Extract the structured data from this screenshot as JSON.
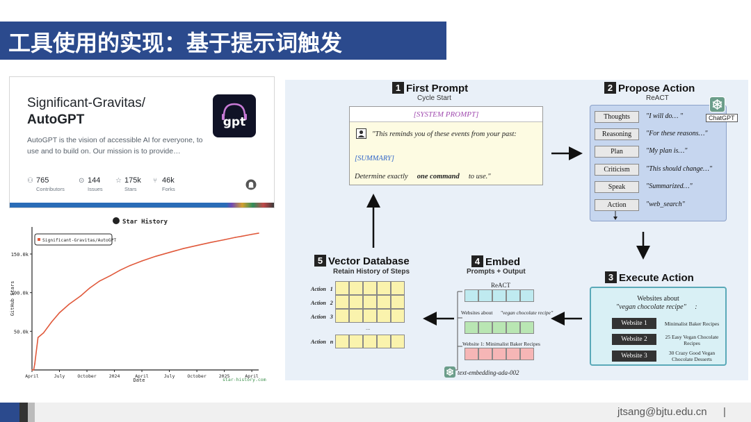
{
  "slide": {
    "title": "工具使用的实现：基于提示词触发",
    "footer_email": "jtsang@bjtu.edu.cn",
    "footer_sep": "|"
  },
  "github_card": {
    "owner": "Significant-Gravitas/",
    "repo": "AutoGPT",
    "description": "AutoGPT is the vision of accessible AI for everyone, to use and to build on. Our mission is to provide…",
    "logo_text": "gpt",
    "stats": [
      {
        "icon": "contributors-icon",
        "value": "765",
        "label": "Contributors"
      },
      {
        "icon": "issues-icon",
        "value": "144",
        "label": "Issues"
      },
      {
        "icon": "star-icon",
        "value": "175k",
        "label": "Stars"
      },
      {
        "icon": "fork-icon",
        "value": "46k",
        "label": "Forks"
      }
    ]
  },
  "chart_data": {
    "type": "line",
    "title": "Star History",
    "legend": "Significant-Gravitas/AutoGPT",
    "ylabel": "GitHub Stars",
    "xlabel": "Date",
    "watermark": "star-history.com",
    "y_ticks": [
      "50.0k",
      "100.0k",
      "150.0k"
    ],
    "x_ticks": [
      "April",
      "July",
      "October",
      "2024",
      "April",
      "July",
      "October",
      "2025",
      "April"
    ],
    "ylim": [
      0,
      185000
    ],
    "series": [
      {
        "name": "Significant-Gravitas/AutoGPT",
        "x": [
          0,
          0.06,
          0.1,
          0.22,
          0.42,
          0.71,
          1.0,
          1.35,
          1.78,
          2.1,
          2.46,
          2.85,
          3.2,
          3.56,
          4.0,
          4.5,
          5.0,
          5.5,
          6.0,
          6.5,
          7.0,
          7.4,
          7.63,
          8.0,
          8.25
        ],
        "y": [
          0,
          0,
          8000,
          42000,
          48000,
          62000,
          74000,
          85000,
          96000,
          106000,
          115000,
          122000,
          129000,
          135000,
          141000,
          147000,
          152000,
          157000,
          161000,
          165000,
          168500,
          171500,
          173000,
          175500,
          177000
        ]
      }
    ],
    "line_color": "#e0583a"
  },
  "diagram": {
    "s1": {
      "num": "1",
      "title": "First Prompt",
      "sub": "Cycle Start"
    },
    "s2": {
      "num": "2",
      "title": "Propose Action",
      "sub": "ReACT"
    },
    "s3": {
      "num": "3",
      "title": "Execute Action"
    },
    "s4": {
      "num": "4",
      "title": "Embed",
      "sub": "Prompts + Output"
    },
    "s5": {
      "num": "5",
      "title": "Vector Database",
      "sub": "Retain History of Steps"
    },
    "prompt": {
      "system": "[SYSTEM PROMPT]",
      "line1": "\"This reminds you of these events from your past:",
      "summary": "[SUMMARY]",
      "det_a": "Determine exactly",
      "det_b": "one command",
      "det_c": "to use.\""
    },
    "react": [
      {
        "key": "Thoughts",
        "value": "\"I will do… \""
      },
      {
        "key": "Reasoning",
        "value": "\"For these reasons…\""
      },
      {
        "key": "Plan",
        "value": "\"My plan is…\""
      },
      {
        "key": "Criticism",
        "value": "\"This should change…\""
      },
      {
        "key": "Speak",
        "value": "\"Summarized…\""
      },
      {
        "key": "Action",
        "value": "\"web_search\""
      }
    ],
    "chatgpt_label": "ChatGPT",
    "execute": {
      "head_a": "Websites about",
      "head_b": "\"vegan chocolate recipe\"",
      "head_c": ":",
      "items": [
        {
          "btn": "Website 1",
          "text": "Minimalist Baker Recipes"
        },
        {
          "btn": "Website 2",
          "text": "25 Easy Vegan Chocolate Recipes"
        },
        {
          "btn": "Website 3",
          "text": "30 Crazy Good Vegan Chocolate Desserts"
        }
      ]
    },
    "embed": {
      "r1": "ReACT",
      "r2a": "Websites about",
      "r2b": "\"vegan chocolate recipe\"",
      "r3": "Website 1: Minimalist Baker Recipes",
      "model": "text-embedding-ada-002"
    },
    "vector": {
      "actions": [
        "Action",
        "Action",
        "Action",
        "Action"
      ],
      "idx": [
        "1",
        "2",
        "3",
        "n"
      ],
      "ellipsis": "..."
    }
  },
  "colors": {
    "title_bg": "#2b4a8d",
    "diagram_bg": "#e9f0f8",
    "react_bg": "#c6d6ef",
    "execute_bg": "#d9f0f5",
    "vector_cell": "#faf3ad"
  }
}
